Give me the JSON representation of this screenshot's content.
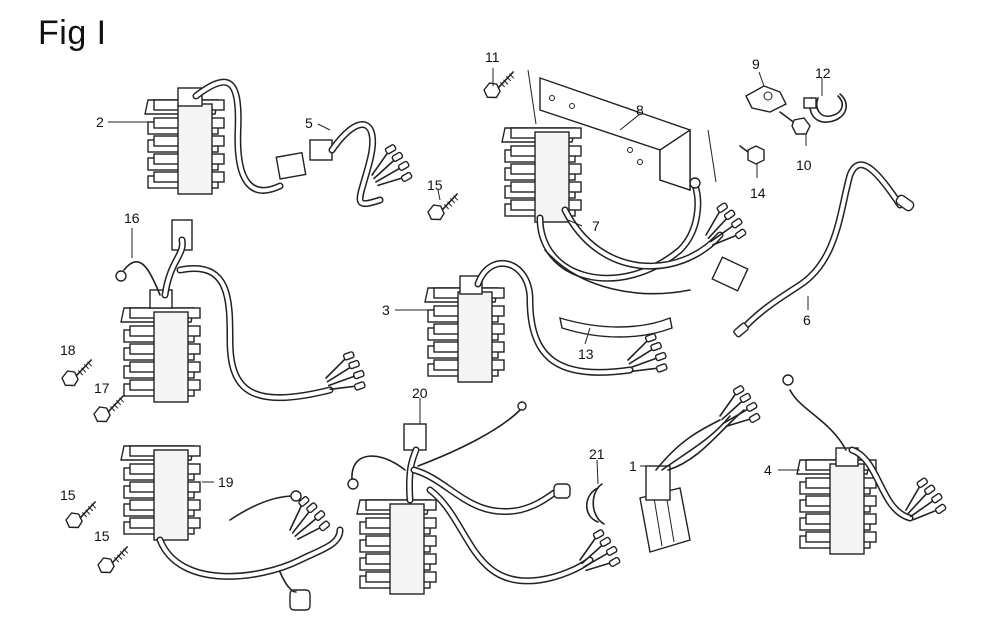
{
  "title": "Fig I",
  "callouts": [
    {
      "id": "2",
      "text": "2"
    },
    {
      "id": "5",
      "text": "5"
    },
    {
      "id": "11",
      "text": "11"
    },
    {
      "id": "8",
      "text": "8"
    },
    {
      "id": "9",
      "text": "9"
    },
    {
      "id": "12",
      "text": "12"
    },
    {
      "id": "10",
      "text": "10"
    },
    {
      "id": "14",
      "text": "14"
    },
    {
      "id": "15a",
      "text": "15"
    },
    {
      "id": "7",
      "text": "7"
    },
    {
      "id": "16",
      "text": "16"
    },
    {
      "id": "3",
      "text": "3"
    },
    {
      "id": "6",
      "text": "6"
    },
    {
      "id": "13",
      "text": "13"
    },
    {
      "id": "18",
      "text": "18"
    },
    {
      "id": "17",
      "text": "17"
    },
    {
      "id": "20",
      "text": "20"
    },
    {
      "id": "21",
      "text": "21"
    },
    {
      "id": "1",
      "text": "1"
    },
    {
      "id": "4",
      "text": "4"
    },
    {
      "id": "19",
      "text": "19"
    },
    {
      "id": "15b",
      "text": "15"
    },
    {
      "id": "15c",
      "text": "15"
    }
  ]
}
